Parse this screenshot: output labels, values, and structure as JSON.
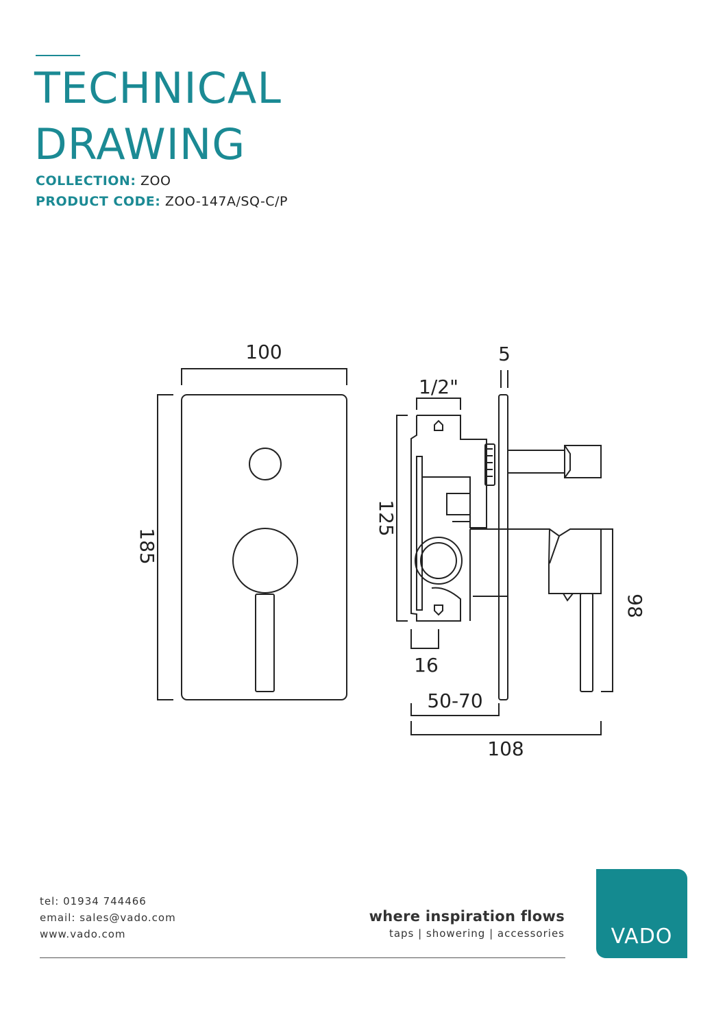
{
  "header": {
    "title_line1": "TECHNICAL",
    "title_line2": "DRAWING",
    "collection_label": "COLLECTION:",
    "collection_value": "ZOO",
    "product_code_label": "PRODUCT CODE:",
    "product_code_value": "ZOO-147A/SQ-C/P"
  },
  "drawing": {
    "front_width": "100",
    "front_height": "185",
    "plate_thickness": "5",
    "inlet_size": "1/2\"",
    "body_height": "125",
    "lever_height": "98",
    "body_depth": "16",
    "wall_depth": "50-70",
    "total_depth": "108"
  },
  "footer": {
    "tel": "tel: 01934 744466",
    "email": "email: sales@vado.com",
    "web": "www.vado.com",
    "tagline": "where inspiration flows",
    "subline": "taps | showering | accessories",
    "logo_text": "VADO"
  },
  "colors": {
    "accent": "#1b8a94",
    "logo_bg": "#148a90"
  }
}
